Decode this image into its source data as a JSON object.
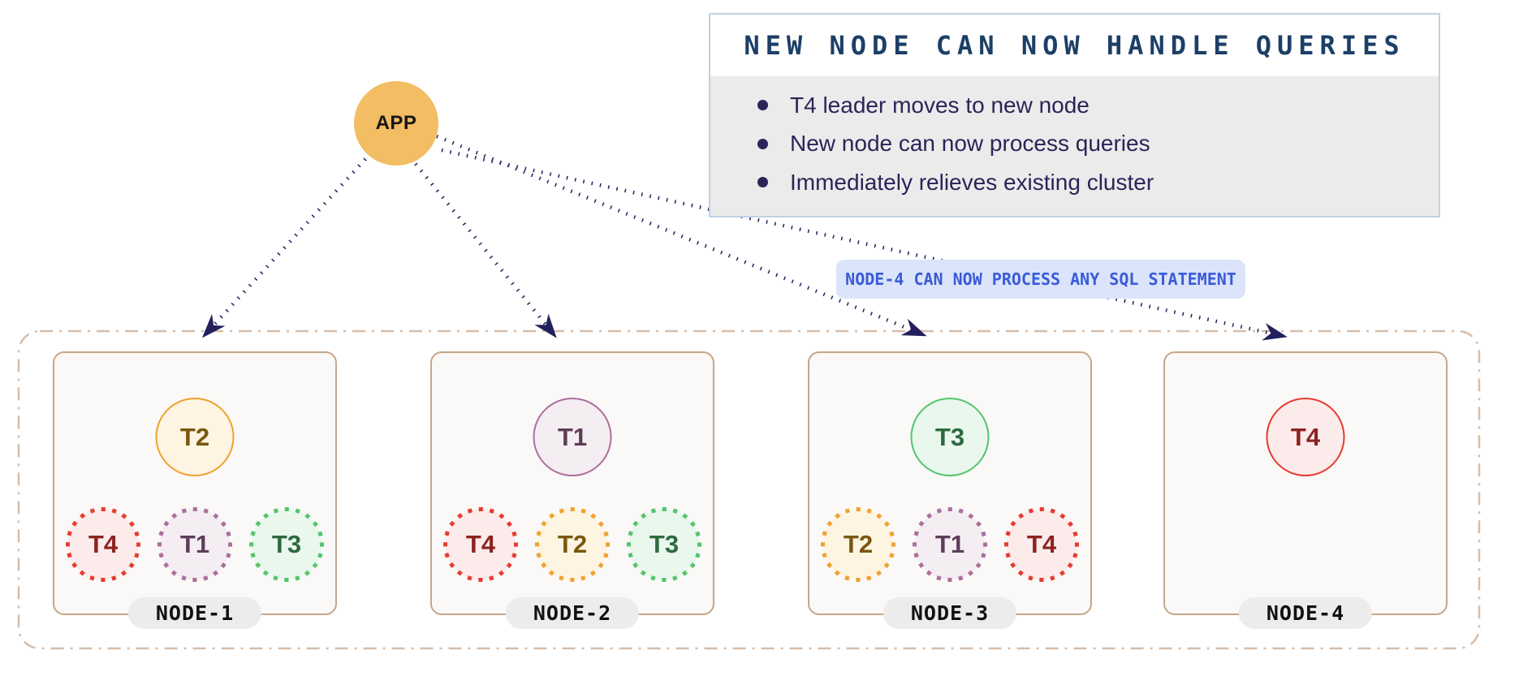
{
  "app": {
    "label": "APP"
  },
  "info_box": {
    "title": "NEW NODE CAN NOW HANDLE QUERIES",
    "bullets": [
      "T4 leader moves to new node",
      "New node can now process queries",
      "Immediately relieves existing cluster"
    ]
  },
  "callout": {
    "text": "NODE-4 CAN NOW PROCESS ANY SQL STATEMENT"
  },
  "nodes": [
    {
      "name": "NODE-1",
      "leader": {
        "label": "T2"
      },
      "followers": [
        {
          "label": "T4"
        },
        {
          "label": "T1"
        },
        {
          "label": "T3"
        }
      ]
    },
    {
      "name": "NODE-2",
      "leader": {
        "label": "T1"
      },
      "followers": [
        {
          "label": "T4"
        },
        {
          "label": "T2"
        },
        {
          "label": "T3"
        }
      ]
    },
    {
      "name": "NODE-3",
      "leader": {
        "label": "T3"
      },
      "followers": [
        {
          "label": "T2"
        },
        {
          "label": "T1"
        },
        {
          "label": "T4"
        }
      ]
    },
    {
      "name": "NODE-4",
      "leader": {
        "label": "T4"
      },
      "followers": []
    }
  ],
  "colors": {
    "app_circle": "#f2bd63",
    "arrow": "#23205e",
    "info_box_border": "#bdd2e5",
    "info_box_body_bg": "#ebebec",
    "info_title_text": "#1c3f66",
    "bullet_text": "#2b2457",
    "callout_bg": "#dbe4fa",
    "callout_text": "#3a5bd9",
    "cluster_border": "#d8bda8",
    "node_box_bg": "#faf9f7",
    "node_box_border": "#c7a689",
    "node_pill_bg": "#ececec",
    "t1": {
      "ring": "#ad6f9c",
      "fill": "#f4eef3",
      "text": "#5f3d58"
    },
    "t2": {
      "ring": "#f0a12f",
      "fill": "#fdf4e2",
      "text": "#7a570e"
    },
    "t3": {
      "ring": "#53c56c",
      "fill": "#e9f7ed",
      "text": "#2d6a3f"
    },
    "t4": {
      "ring": "#e73b30",
      "fill": "#fcebeb",
      "text": "#8c231f"
    }
  }
}
